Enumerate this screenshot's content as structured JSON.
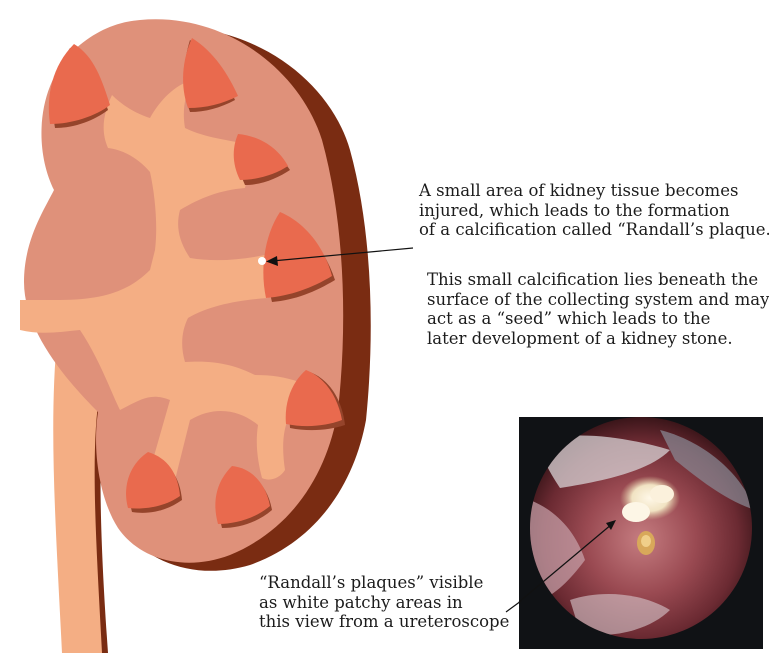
{
  "annotations": {
    "plaque_formation": {
      "lines": [
        "A small area of kidney tissue becomes",
        "injured, which leads to the formation",
        "of a calcification called “Randall’s plaque.”"
      ]
    },
    "seed": {
      "lines": [
        "This small calcification lies beneath the",
        "surface of the collecting system and may",
        "act as a “seed” which leads to the",
        "later development of a kidney stone."
      ]
    },
    "ureteroscope": {
      "lines": [
        "“Randall’s plaques” visible",
        "as white patchy areas in",
        "this view from a ureteroscope"
      ]
    }
  },
  "colors": {
    "cortex": "#df917a",
    "capsule": "#7a2c12",
    "collecting_system": "#f4ae84",
    "papilla": "#e96a4e",
    "papilla_shadow": "#95442b",
    "plaque": "#ffffff",
    "endoscope_background": "#101215"
  }
}
